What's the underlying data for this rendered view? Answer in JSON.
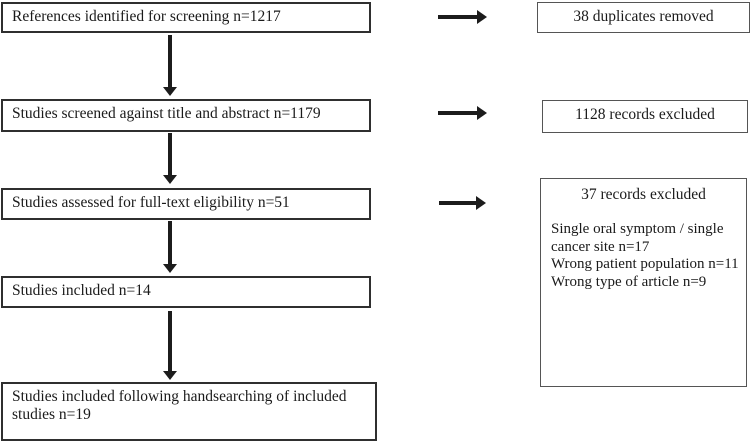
{
  "flow": {
    "main": [
      {
        "label": "References identified for screening n=1217"
      },
      {
        "label": "Studies screened against title and abstract n=1179"
      },
      {
        "label": "Studies assessed for full-text eligibility n=51"
      },
      {
        "label": "Studies included n=14"
      },
      {
        "label": "Studies included following handsearching of included studies n=19"
      }
    ],
    "excluded": [
      {
        "label": "38 duplicates removed"
      },
      {
        "label": "1128 records excluded"
      },
      {
        "title": "37 records excluded",
        "reasons": [
          "Single oral symptom / single cancer site n=17",
          "Wrong patient population n=11",
          "Wrong type of article n=9"
        ]
      }
    ],
    "colors": {
      "background": "#ffffff",
      "border": "#2f2f2f",
      "arrow": "#1c1c1c",
      "text": "#1a1a1a"
    }
  }
}
